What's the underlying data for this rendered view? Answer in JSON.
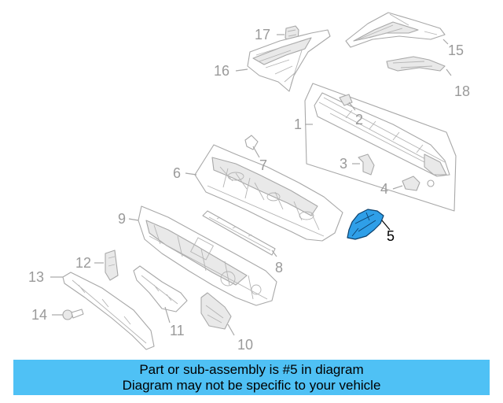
{
  "callouts": {
    "c1": "1",
    "c2": "2",
    "c3": "3",
    "c4": "4",
    "c5": "5",
    "c6": "6",
    "c7": "7",
    "c8": "8",
    "c9": "9",
    "c10": "10",
    "c11": "11",
    "c12": "12",
    "c13": "13",
    "c14": "14",
    "c15": "15",
    "c16": "16",
    "c17": "17",
    "c18": "18"
  },
  "highlighted_part": "5",
  "colors": {
    "highlight_fill": "#2f9fe8",
    "highlight_outline": "#0b3f6b",
    "banner_bg": "#4fc1f5",
    "line_art": "#a8a8a8"
  },
  "banner": {
    "line1": "Part or sub-assembly is #5 in diagram",
    "line2": "Diagram may not be specific to your vehicle"
  }
}
